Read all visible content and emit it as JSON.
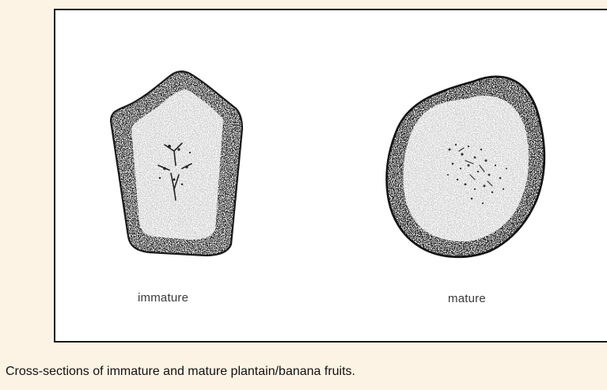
{
  "figure": {
    "label_immature": "immature",
    "label_mature": "mature"
  },
  "caption": "Cross-sections of immature and mature plantain/banana fruits.",
  "colors": {
    "page_background": "#fcf3e4",
    "figure_background": "#ffffff",
    "ink": "#1a1a1a"
  }
}
